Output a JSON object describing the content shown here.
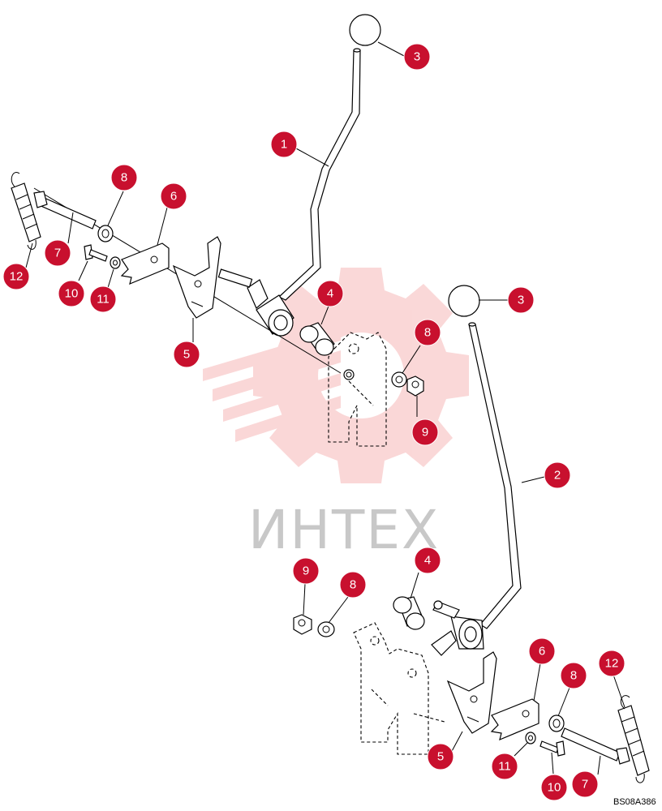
{
  "drawing_code": "BS08A386",
  "watermark_text": "ИНТЕХ",
  "accent_color": "#c8102e",
  "watermark_color": "#f6b8b8",
  "callouts": [
    {
      "label": "1"
    },
    {
      "label": "2"
    },
    {
      "label": "3"
    },
    {
      "label": "3"
    },
    {
      "label": "4"
    },
    {
      "label": "4"
    },
    {
      "label": "5"
    },
    {
      "label": "5"
    },
    {
      "label": "6"
    },
    {
      "label": "6"
    },
    {
      "label": "7"
    },
    {
      "label": "7"
    },
    {
      "label": "8"
    },
    {
      "label": "8"
    },
    {
      "label": "8"
    },
    {
      "label": "8"
    },
    {
      "label": "9"
    },
    {
      "label": "9"
    },
    {
      "label": "10"
    },
    {
      "label": "10"
    },
    {
      "label": "11"
    },
    {
      "label": "11"
    },
    {
      "label": "12"
    },
    {
      "label": "12"
    }
  ]
}
